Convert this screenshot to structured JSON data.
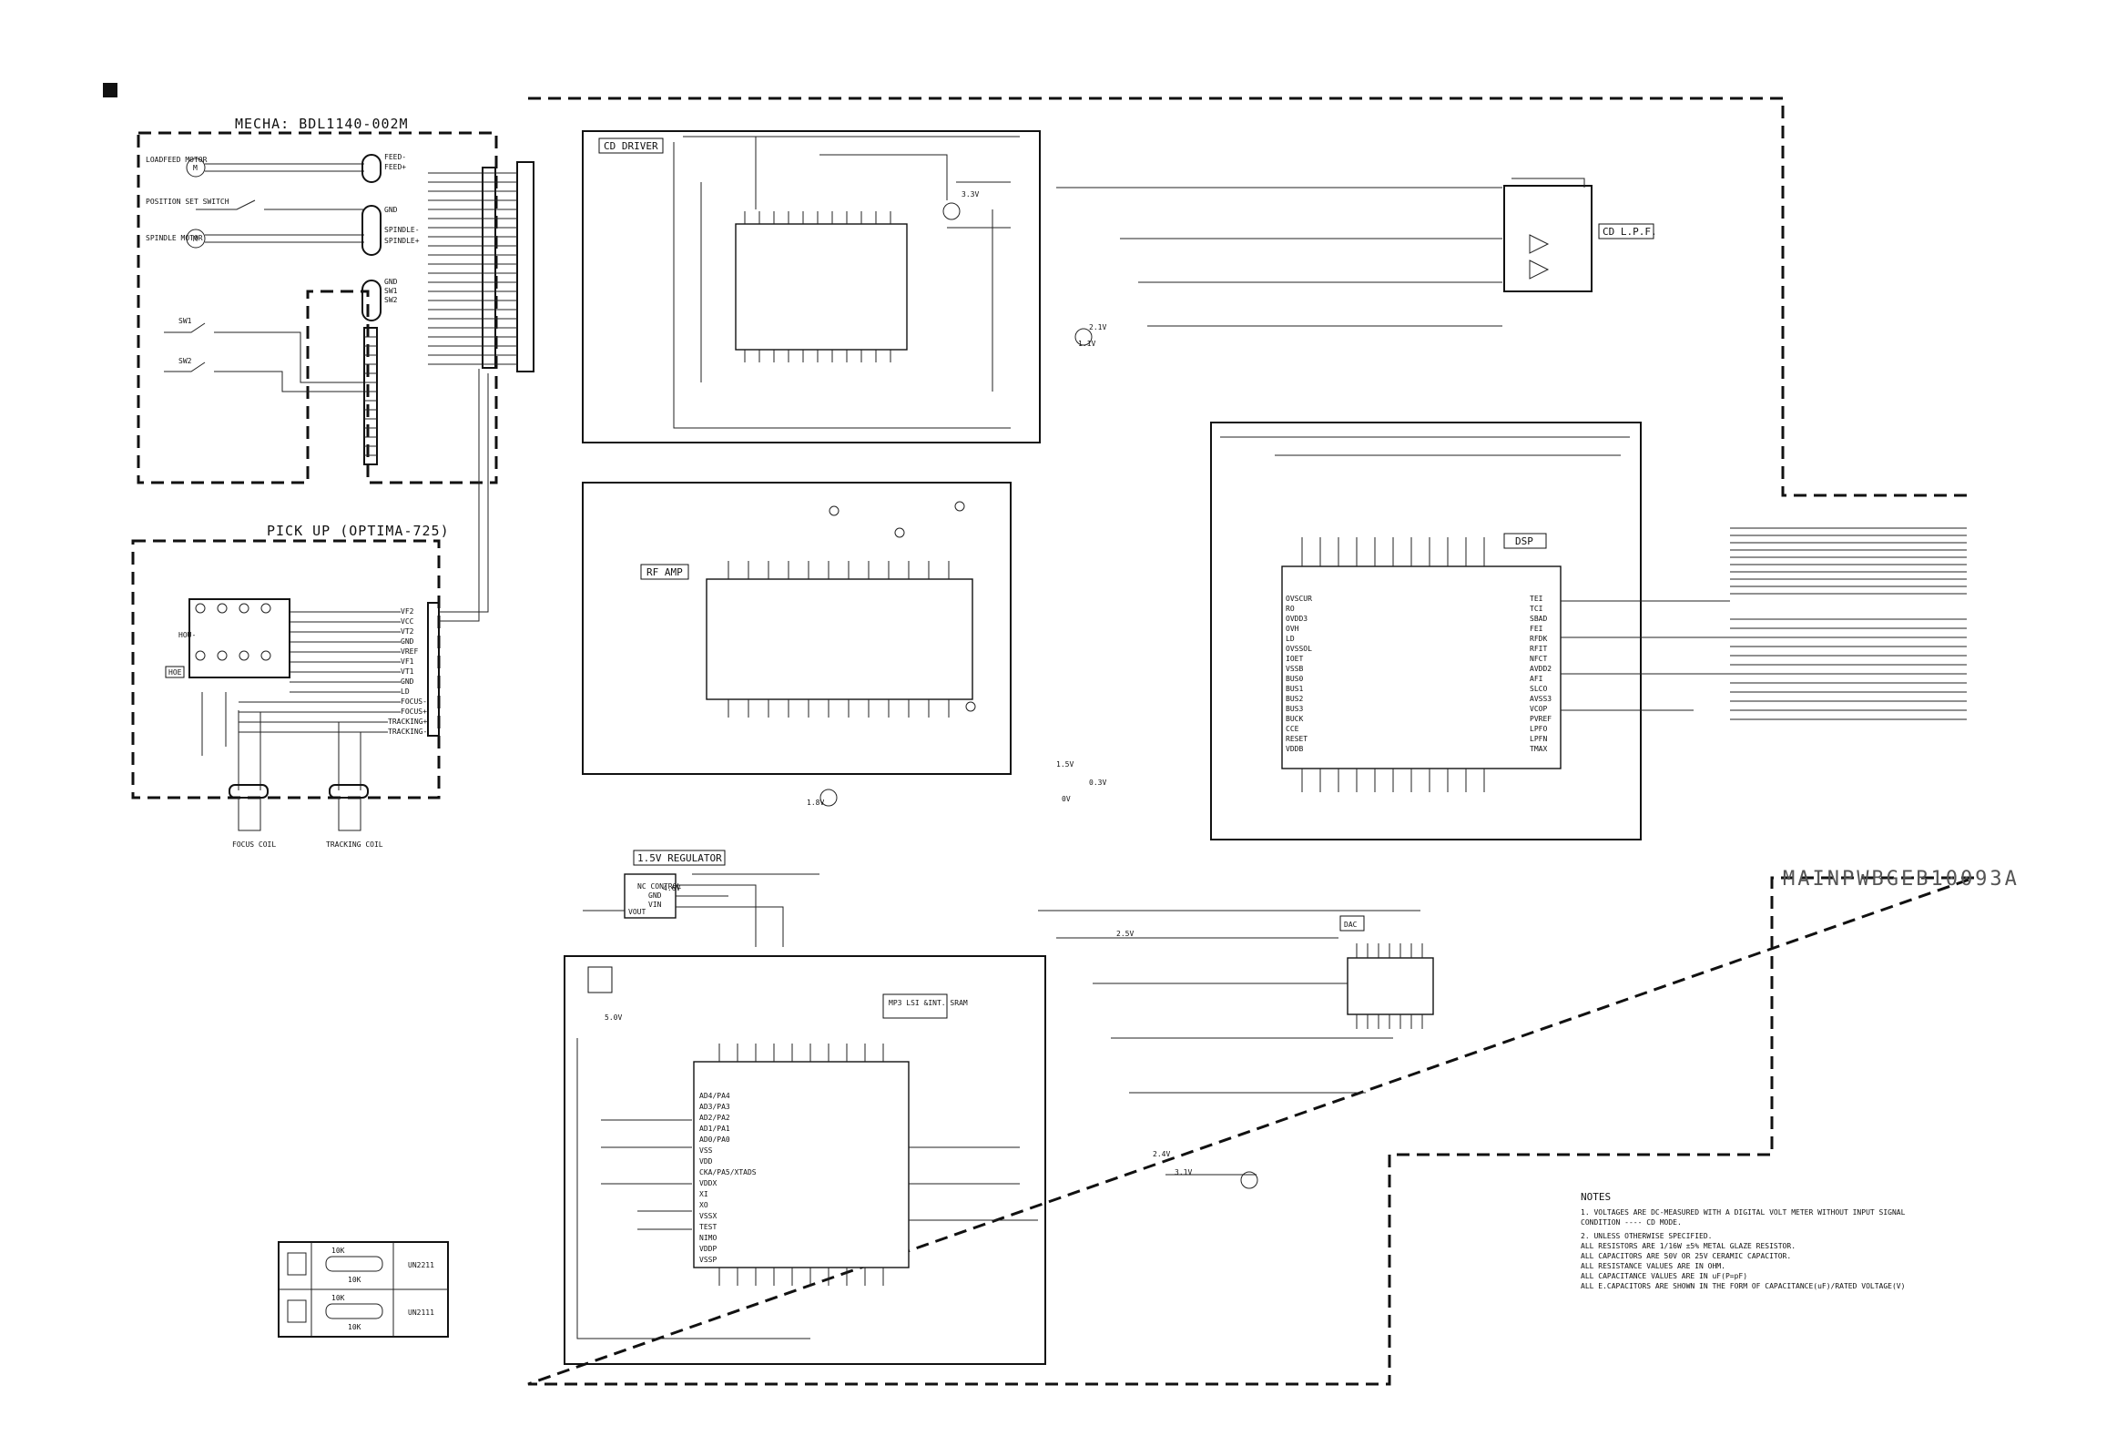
{
  "mecha": {
    "title": "MECHA: BDL1140-002M",
    "parts": [
      "LOADFEED MOTOR",
      "POSITION SET SWITCH",
      "SPINDLE MOTOR",
      "SW1",
      "SW2"
    ],
    "connector_pins": [
      "FEED-",
      "FEED+",
      "GND",
      "SPINDLE-",
      "SPINDLE+",
      "GND",
      "SW1",
      "SW2"
    ]
  },
  "pickup": {
    "title": "PICK UP (OPTIMA-725)",
    "hoe_label": "HOE",
    "hou_label": "HOU-",
    "pins": [
      "VF2",
      "VCC",
      "VT2",
      "GND",
      "VREF",
      "VF1",
      "VT1",
      "GND",
      "LD",
      "FOCUS-",
      "FOCUS+",
      "TRACKING+",
      "TRACKING-"
    ],
    "coils": [
      "FOCUS COIL",
      "TRACKING COIL"
    ]
  },
  "blocks": {
    "cd_driver": "CD DRIVER",
    "rf_amp": "RF AMP",
    "dsp": "DSP",
    "cd_lpf": "CD L.P.F.",
    "regulator": "1.5V REGULATOR",
    "mp3_lsi": "MP3 LSI &INT. SRAM",
    "dac": "DAC"
  },
  "dsp_pins": [
    "OVSCUR",
    "RO",
    "OVDD3",
    "OVH",
    "LD",
    "OVSSOL",
    "IOET",
    "VSSB",
    "BUS0",
    "BUS1",
    "BUS2",
    "BUS3",
    "BUCK",
    "CCE",
    "RESET",
    "VDDB"
  ],
  "dsp_pins_right": [
    "TEI",
    "TCI",
    "SBAD",
    "FEI",
    "RFDK",
    "RFIT",
    "NFCT",
    "AVDD2",
    "AFI",
    "SLCO",
    "AVSS3",
    "VCOP",
    "PVREF",
    "LPFO",
    "LPFN",
    "TMAX"
  ],
  "mp3_pins": [
    "AD4/PA4",
    "AD3/PA3",
    "AD2/PA2",
    "AD1/PA1",
    "AD0/PA0",
    "VSS",
    "VDD",
    "CKA/PA5/XTADS",
    "VDDX",
    "XI",
    "XO",
    "VSSX",
    "TEST",
    "NIMO",
    "VDDP",
    "VSSP"
  ],
  "regulator_pins": [
    "NC CONTROL",
    "GND",
    "VIN",
    "VOUT"
  ],
  "transistor_models": [
    {
      "r1": "10K",
      "r2": "10K",
      "name": "UN2211"
    },
    {
      "r1": "10K",
      "r2": "10K",
      "name": "UN2111"
    }
  ],
  "voltages": [
    "3.3V",
    "2.1V",
    "1.1V",
    "0V",
    "1.5V",
    "1.8V",
    "2.5V",
    "4.6V",
    "5.0V",
    "0.3V",
    "2.4V",
    "3.1V"
  ],
  "pwb_name": "MAINPWBGEB10093A",
  "notes": {
    "title": "NOTES",
    "items": [
      "1. VOLTAGES ARE DC-MEASURED WITH A DIGITAL VOLT METER WITHOUT INPUT SIGNAL",
      "   CONDITION ---- CD MODE.",
      "2. UNLESS OTHERWISE SPECIFIED.",
      "   ALL RESISTORS ARE 1/16W ±5% METAL GLAZE RESISTOR.",
      "   ALL CAPACITORS ARE 50V OR 25V CERAMIC CAPACITOR.",
      "   ALL RESISTANCE VALUES ARE IN OHM.",
      "   ALL CAPACITANCE VALUES ARE IN uF(P=pF)",
      "   ALL E.CAPACITORS ARE SHOWN IN THE FORM OF CAPACITANCE(uF)/RATED VOLTAGE(V)"
    ]
  }
}
